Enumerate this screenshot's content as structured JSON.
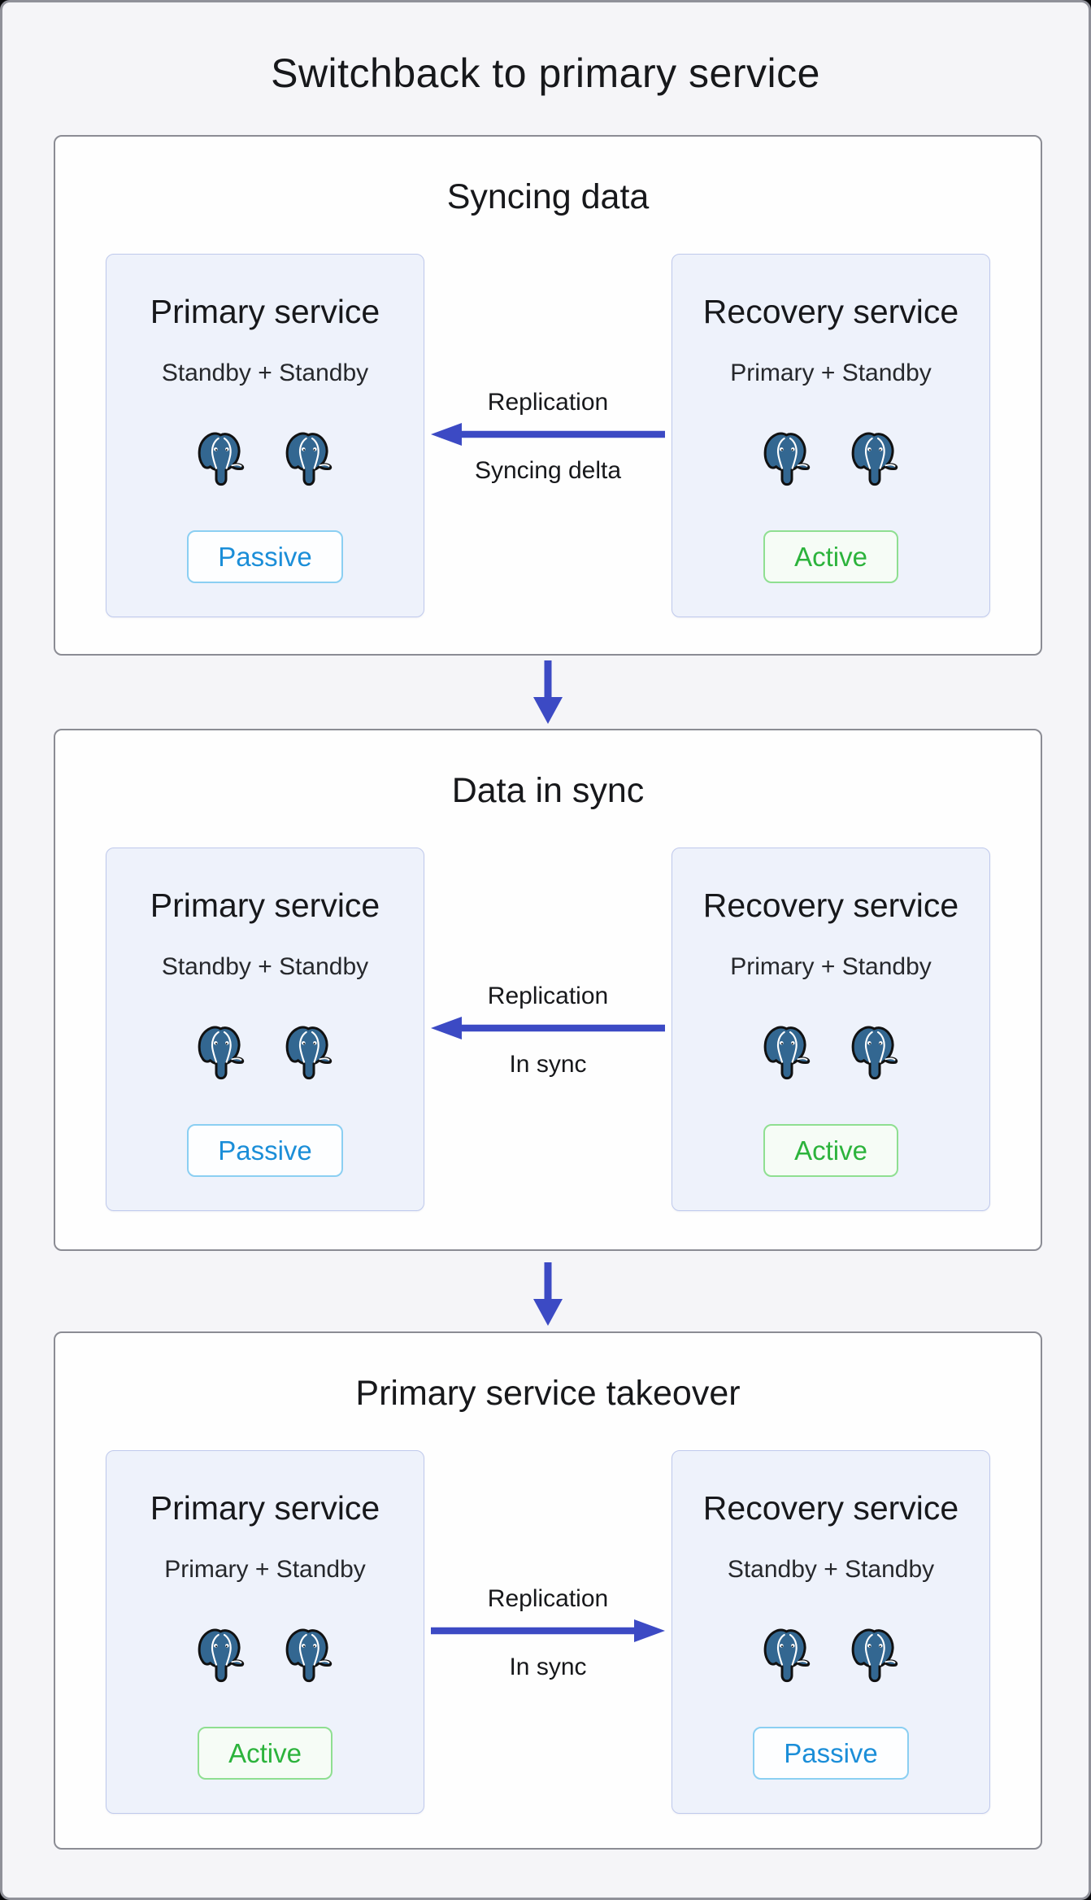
{
  "window": {
    "title": "Switchback to primary service"
  },
  "colors": {
    "page-bg": "#f5f5f8",
    "panel-bg": "#fefefe",
    "panel-border": "#8b8c94",
    "card-bg": "#eef2fb",
    "card-border": "#bfc9ec",
    "ink": "#17181b",
    "arrow": "#3c4ac4",
    "pg-blue": "#336791",
    "pg-outline": "#111111",
    "active-text": "#2cb33c",
    "active-border": "#8fdf91",
    "active-bg": "#f6fcf6",
    "passive-text": "#1b8ed8",
    "passive-border": "#8bcff2",
    "passive-bg": "#fdfeff"
  },
  "icons": {
    "postgres": "postgresql-elephant-logo"
  },
  "panels": [
    {
      "title": "Syncing data",
      "left": {
        "title": "Primary service",
        "subtitle": "Standby + Standby",
        "badge": "Passive"
      },
      "right": {
        "title": "Recovery service",
        "subtitle": "Primary + Standby",
        "badge": "Active"
      },
      "arrow": {
        "label_top": "Replication",
        "label_bottom": "Syncing delta",
        "direction": "left"
      }
    },
    {
      "title": "Data in sync",
      "left": {
        "title": "Primary service",
        "subtitle": "Standby + Standby",
        "badge": "Passive"
      },
      "right": {
        "title": "Recovery service",
        "subtitle": "Primary + Standby",
        "badge": "Active"
      },
      "arrow": {
        "label_top": "Replication",
        "label_bottom": "In sync",
        "direction": "left"
      }
    },
    {
      "title": "Primary service takeover",
      "left": {
        "title": "Primary service",
        "subtitle": "Primary + Standby",
        "badge": "Active"
      },
      "right": {
        "title": "Recovery service",
        "subtitle": "Standby + Standby",
        "badge": "Passive"
      },
      "arrow": {
        "label_top": "Replication",
        "label_bottom": "In sync",
        "direction": "right"
      }
    }
  ]
}
